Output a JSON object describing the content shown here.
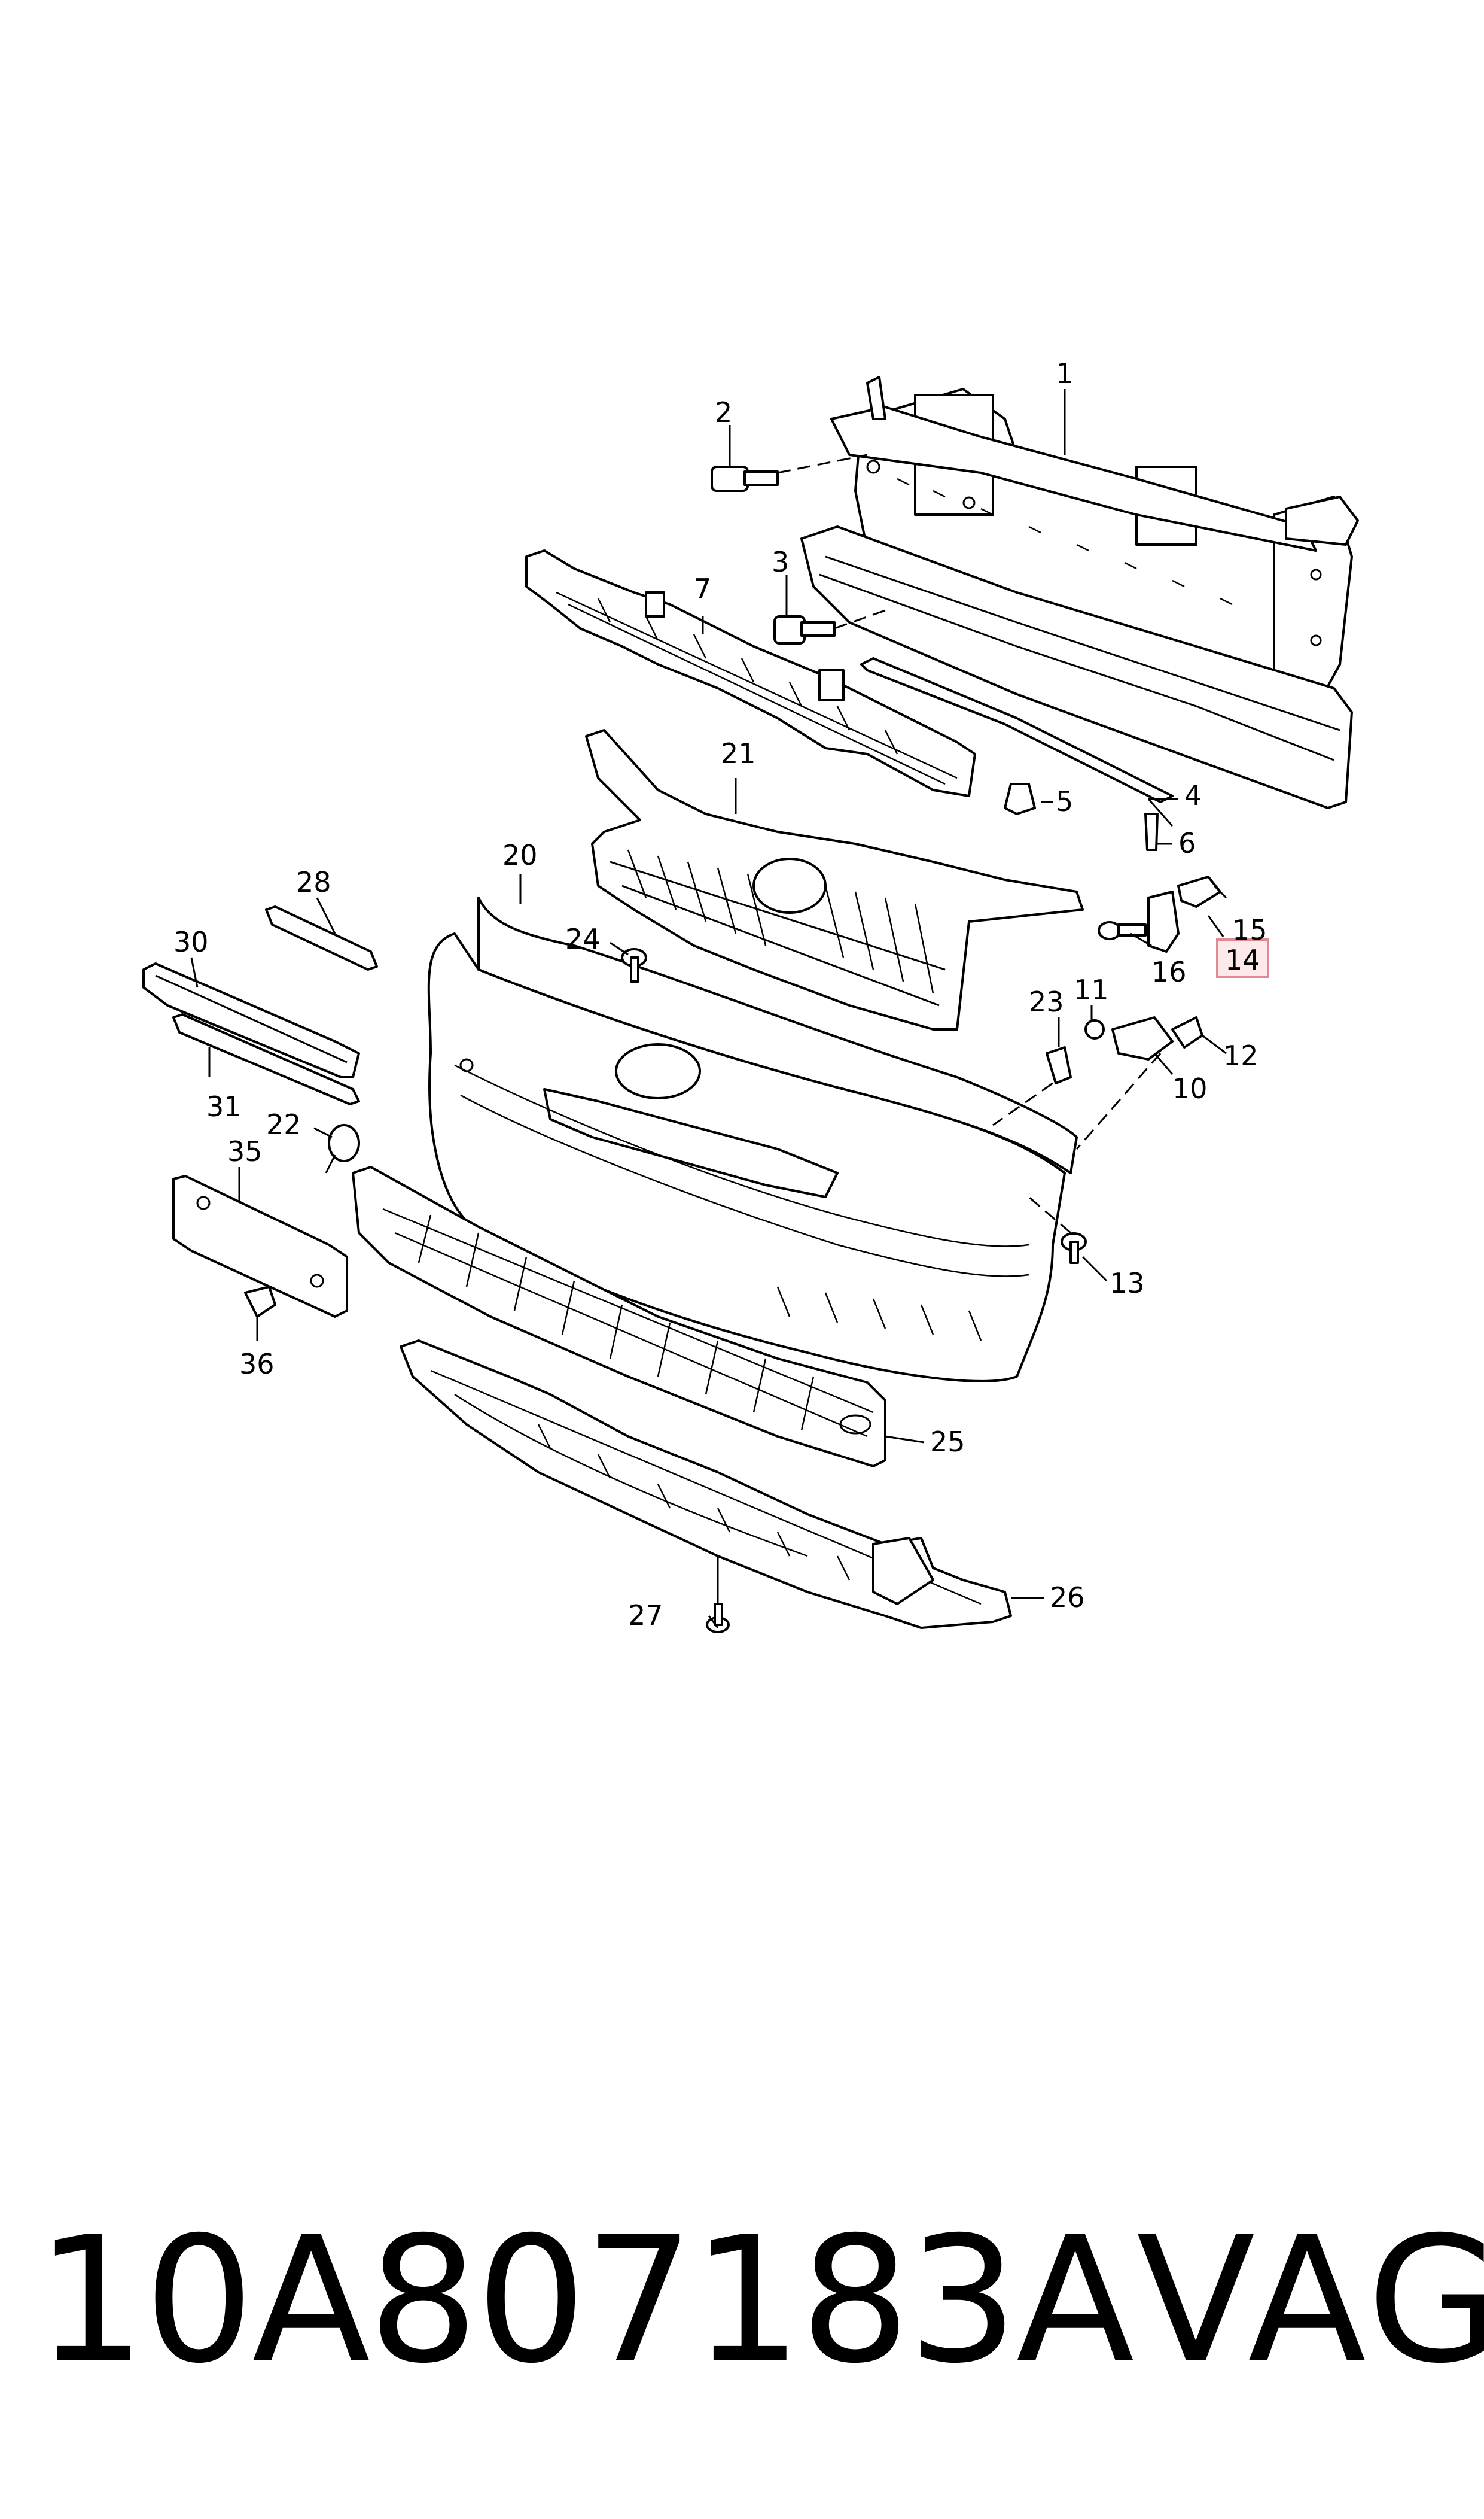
{
  "callouts": [
    {
      "id": "1",
      "text": "1"
    },
    {
      "id": "2",
      "text": "2"
    },
    {
      "id": "3",
      "text": "3"
    },
    {
      "id": "4",
      "text": "4"
    },
    {
      "id": "5",
      "text": "5"
    },
    {
      "id": "6",
      "text": "6"
    },
    {
      "id": "7",
      "text": "7"
    },
    {
      "id": "10",
      "text": "10"
    },
    {
      "id": "11",
      "text": "11"
    },
    {
      "id": "12",
      "text": "12"
    },
    {
      "id": "13",
      "text": "13"
    },
    {
      "id": "14",
      "text": "14",
      "highlighted": true
    },
    {
      "id": "15",
      "text": "15"
    },
    {
      "id": "16",
      "text": "16"
    },
    {
      "id": "20",
      "text": "20"
    },
    {
      "id": "21",
      "text": "21"
    },
    {
      "id": "22",
      "text": "22"
    },
    {
      "id": "23",
      "text": "23"
    },
    {
      "id": "24",
      "text": "24"
    },
    {
      "id": "25",
      "text": "25"
    },
    {
      "id": "26",
      "text": "26"
    },
    {
      "id": "27",
      "text": "27"
    },
    {
      "id": "28",
      "text": "28"
    },
    {
      "id": "30",
      "text": "30"
    },
    {
      "id": "31",
      "text": "31"
    },
    {
      "id": "35",
      "text": "35"
    },
    {
      "id": "36",
      "text": "36"
    }
  ],
  "caption": {
    "part_number": "10A807183A",
    "brand": "VAG"
  },
  "colors": {
    "line": "#000000",
    "highlight_fill": "#fde9ea",
    "highlight_stroke": "#e08a93"
  }
}
